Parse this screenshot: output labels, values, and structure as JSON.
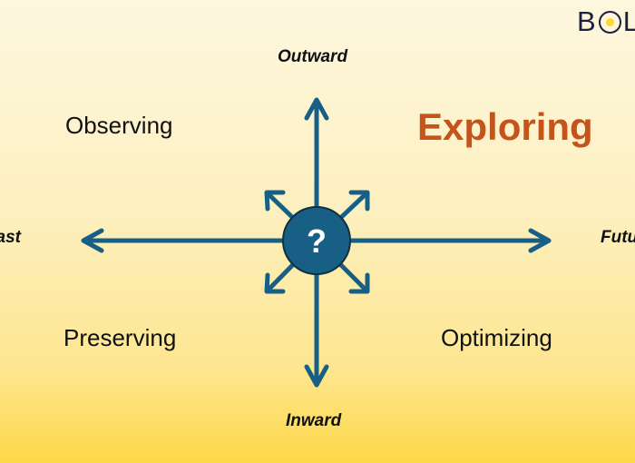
{
  "logo": {
    "text": "BOL",
    "accent": "#fdd835"
  },
  "axes": {
    "top": "Outward",
    "bottom": "Inward",
    "left": "Past",
    "right": "Future"
  },
  "quadrants": {
    "top_left": "Observing",
    "top_right": "Exploring",
    "bottom_left": "Preserving",
    "bottom_right": "Optimizing"
  },
  "center": {
    "symbol": "?"
  },
  "colors": {
    "arrow": "#185f86",
    "highlight": "#c5531c",
    "text": "#111111"
  }
}
